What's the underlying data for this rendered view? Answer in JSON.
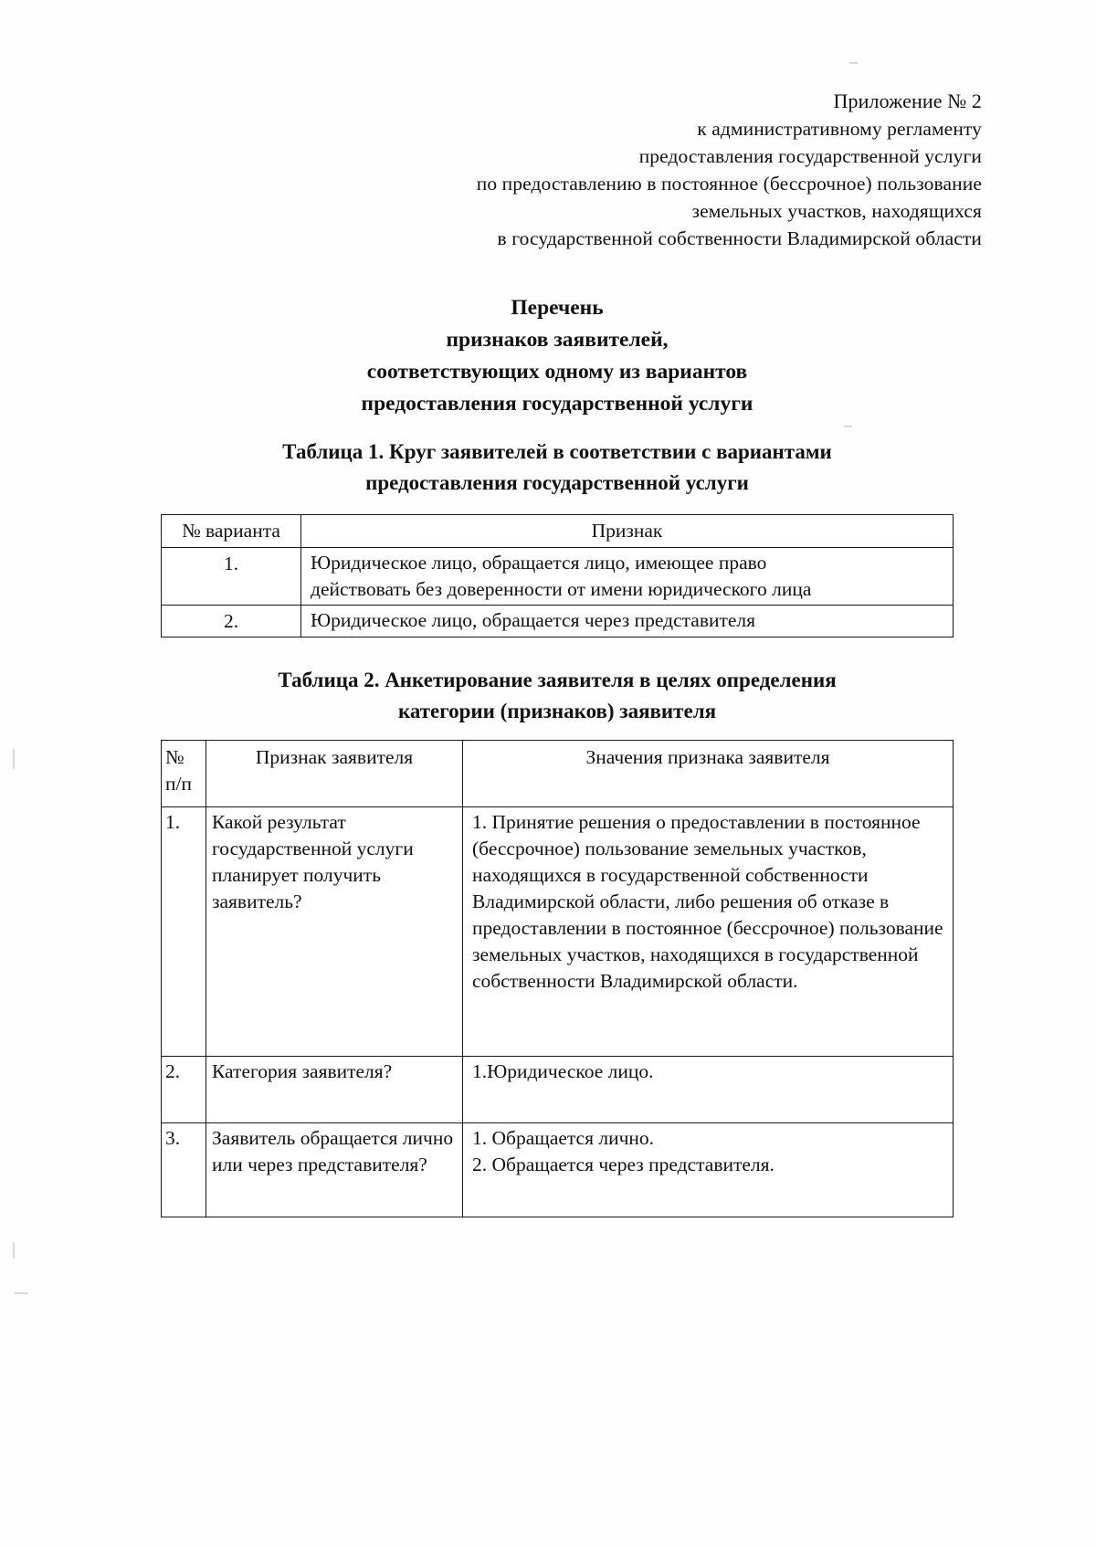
{
  "header": {
    "lines": [
      "Приложение № 2",
      "к административному регламенту",
      "предоставления государственной услуги",
      "по предоставлению в постоянное (бессрочное) пользование",
      "земельных участков, находящихся",
      "в государственной собственности Владимирской области"
    ]
  },
  "title": {
    "line1": "Перечень",
    "line2": "признаков заявителей,",
    "line3": "соответствующих одному из вариантов",
    "line4": "предоставления государственной услуги"
  },
  "table1": {
    "caption_line1": "Таблица 1. Круг заявителей в соответствии с вариантами",
    "caption_line2": "предоставления государственной услуги",
    "headers": [
      "№ варианта",
      "Признак"
    ],
    "rows": [
      {
        "num": "1.",
        "sign_line1": "Юридическое лицо, обращается лицо, имеющее право",
        "sign_line2": "действовать без доверенности от имени юридического лица"
      },
      {
        "num": "2.",
        "sign_line1": "Юридическое лицо, обращается через представителя",
        "sign_line2": ""
      }
    ]
  },
  "table2": {
    "caption_line1": "Таблица 2. Анкетирование заявителя в целях определения",
    "caption_line2": "категории (признаков) заявителя",
    "headers": {
      "no_line1": "№",
      "no_line2": "п/п",
      "sign": "Признак заявителя",
      "value": "Значения признака заявителя"
    },
    "rows": [
      {
        "no": "1.",
        "sign": "Какой результат государственной услуги планирует получить заявитель?",
        "value": "1. Принятие решения о предоставлении в постоянное (бессрочное) пользование земельных участков, находящихся в государственной собственности Владимирской области, либо решения об отказе в предоставлении в постоянное (бессрочное) пользование земельных участков, находящихся в государственной собственности Владимирской области."
      },
      {
        "no": "2.",
        "sign": "Категория заявителя?",
        "value": "1.Юридическое лицо."
      },
      {
        "no": "3.",
        "sign": "Заявитель обращается лично или через представителя?",
        "value_line1": "1. Обращается лично.",
        "value_line2": "2. Обращается через представителя."
      }
    ]
  }
}
